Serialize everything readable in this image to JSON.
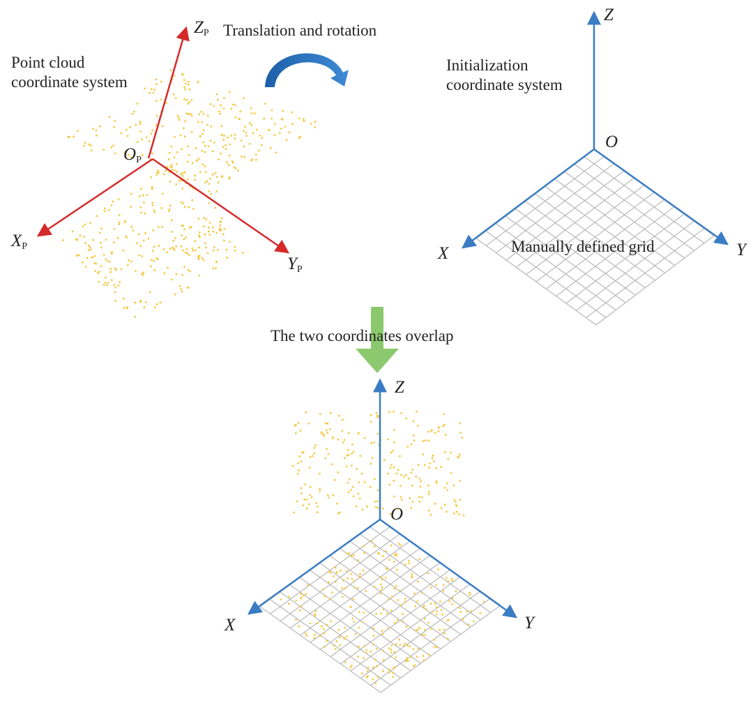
{
  "labels": {
    "point_cloud_system": [
      "Point cloud",
      "coordinate system"
    ],
    "translation": "Translation and rotation",
    "init_system": [
      "Initialization",
      "coordinate system"
    ],
    "grid": "Manually defined grid",
    "overlap": "The two coordinates overlap"
  },
  "axes": {
    "pc": {
      "z": "Z",
      "x": "X",
      "y": "Y",
      "o": "O",
      "sub": "P"
    },
    "init": {
      "z": "Z",
      "x": "X",
      "y": "Y",
      "o": "O"
    },
    "merged": {
      "z": "Z",
      "x": "X",
      "y": "Y",
      "o": "O"
    }
  },
  "colors": {
    "pc_axis": "#d42a2a",
    "init_axis": "#3a7cc4",
    "points": "#f5c842",
    "grid": "#b8b8b8",
    "curve_arrow": "#2a6db5",
    "down_arrow": "#8cc96e"
  }
}
